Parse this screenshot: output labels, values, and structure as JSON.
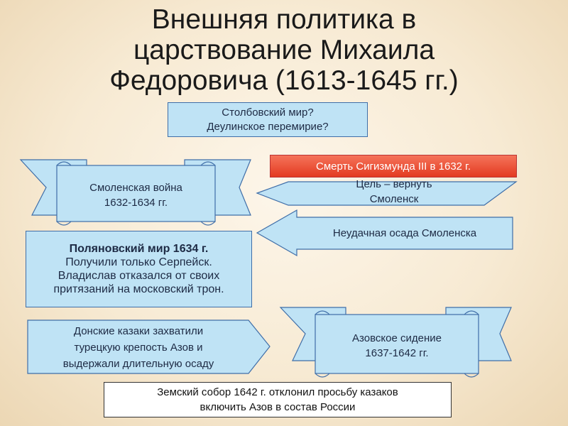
{
  "title": "Внешняя политика в\nцарствование Михаила\nФедоровича (1613-1645 гг.)",
  "top_box": "Столбовский мир?\nДеулинское перемирие?",
  "smolensk_war": "Смоленская война\n1632-1634 гг.",
  "death_box": "Смерть Сигизмунда III в 1632 г.",
  "goal_arrow": "Цель – вернуть\nСмоленск",
  "siege_arrow": "Неудачная осада Смоленска",
  "peace_box": {
    "heading": "Поляновский мир 1634 г.",
    "body": "Получили только Серпейск.\nВладислав отказался от своих\nпритязаний на московский трон."
  },
  "cossacks_arrow": "Донские казаки захватили\nтурецкую крепость Азов и\nвыдержали длительную осаду",
  "azov_seat": "Азовское сидение\n1637-1642 гг.",
  "bottom_box": "Земский собор 1642 г. отклонил просьбу казаков\nвключить Азов в состав России",
  "colors": {
    "fill": "#bfe3f5",
    "stroke": "#3f6ea8",
    "red": "#e84a2e"
  }
}
